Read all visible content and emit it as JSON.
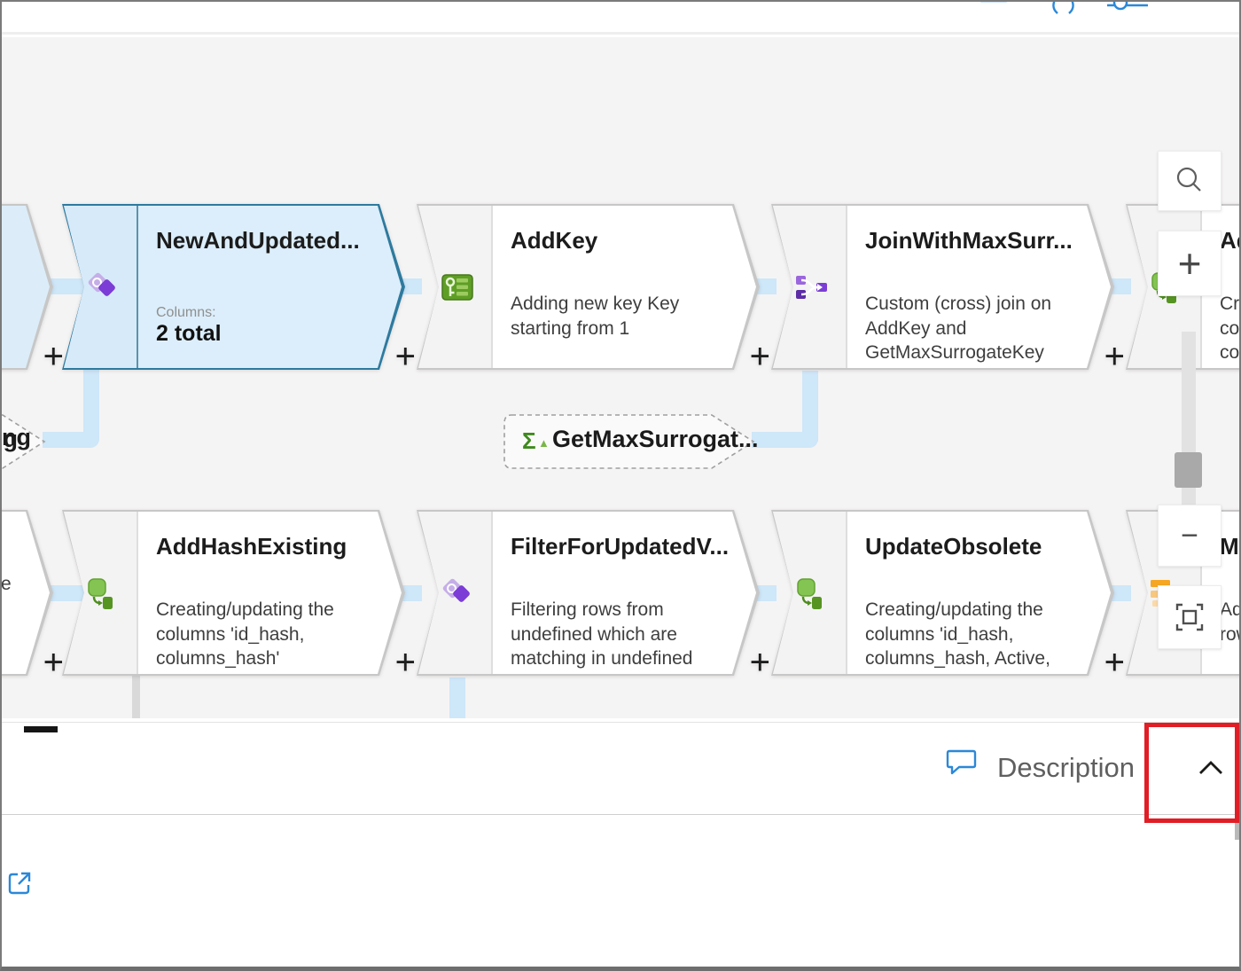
{
  "toolbar": {
    "icons": [
      {
        "name": "card-icon"
      },
      {
        "name": "braces-icon"
      },
      {
        "name": "debug-toggle-icon"
      }
    ]
  },
  "canvas": {
    "nodes": [
      {
        "id": "left-top-partial",
        "plus": "+",
        "icon": ""
      },
      {
        "id": "new-and-updated",
        "title": "NewAndUpdated...",
        "columns_label": "Columns:",
        "columns_value": "2 total",
        "plus": "+",
        "icon": "exists-icon",
        "selected": true
      },
      {
        "id": "add-key",
        "title": "AddKey",
        "description": "Adding new key Key starting from 1",
        "plus": "+",
        "icon": "surrogate-key-icon"
      },
      {
        "id": "join-with-max",
        "title": "JoinWithMaxSurr...",
        "description": "Custom (cross) join on AddKey and GetMaxSurrogateKey",
        "plus": "+",
        "icon": "join-icon"
      },
      {
        "id": "right-top-partial",
        "title": "Ad",
        "description": "Cre\ncol\ncol\nM",
        "icon": "derived-column-icon"
      },
      {
        "id": "left-bottom-partial",
        "fragment": "e",
        "plus": "+",
        "icon": ""
      },
      {
        "id": "add-hash-existing",
        "title": "AddHashExisting",
        "description": "Creating/updating the columns 'id_hash, columns_hash'",
        "plus": "+",
        "icon": "derived-column-icon"
      },
      {
        "id": "filter-for-updated",
        "title": "FilterForUpdatedV...",
        "description": "Filtering rows from undefined which are matching in undefined based on columns",
        "plus": "+",
        "icon": "exists-icon"
      },
      {
        "id": "update-obsolete",
        "title": "UpdateObsolete",
        "description": "Creating/updating the columns 'id_hash, columns_hash, Active, ActiveEndTime'",
        "plus": "+",
        "icon": "derived-column-icon"
      },
      {
        "id": "right-bottom-partial",
        "title": "Ma",
        "description": "Ad\nrow",
        "icon": "alter-row-icon"
      }
    ],
    "reference_nodes": [
      {
        "id": "left-reference",
        "fragment": "ng",
        "icon": "aggregate-icon"
      },
      {
        "id": "get-max-surrogate",
        "label": "GetMaxSurrogat...",
        "sigma": "Σ",
        "icon": "aggregate-icon"
      }
    ]
  },
  "zoom_controls": {
    "search_icon": "search-icon",
    "zoom_in": "+",
    "zoom_out": "−",
    "fit_icon": "fit-to-screen-icon"
  },
  "description_bar": {
    "label": "Description",
    "comment_icon": "comment-icon",
    "collapse_icon": "chevron-up-icon"
  },
  "detail_panel": {
    "open_icon": "open-in-new-window-icon"
  },
  "colors": {
    "accent_blue": "#2b88d8",
    "selected_fill": "#dceefb",
    "selected_border": "#2e7a9e",
    "connector_blue": "#cee7f9",
    "connector_gray": "#d9d9d9",
    "red_highlight": "#e11d25",
    "canvas_bg": "#f5f4f4"
  }
}
